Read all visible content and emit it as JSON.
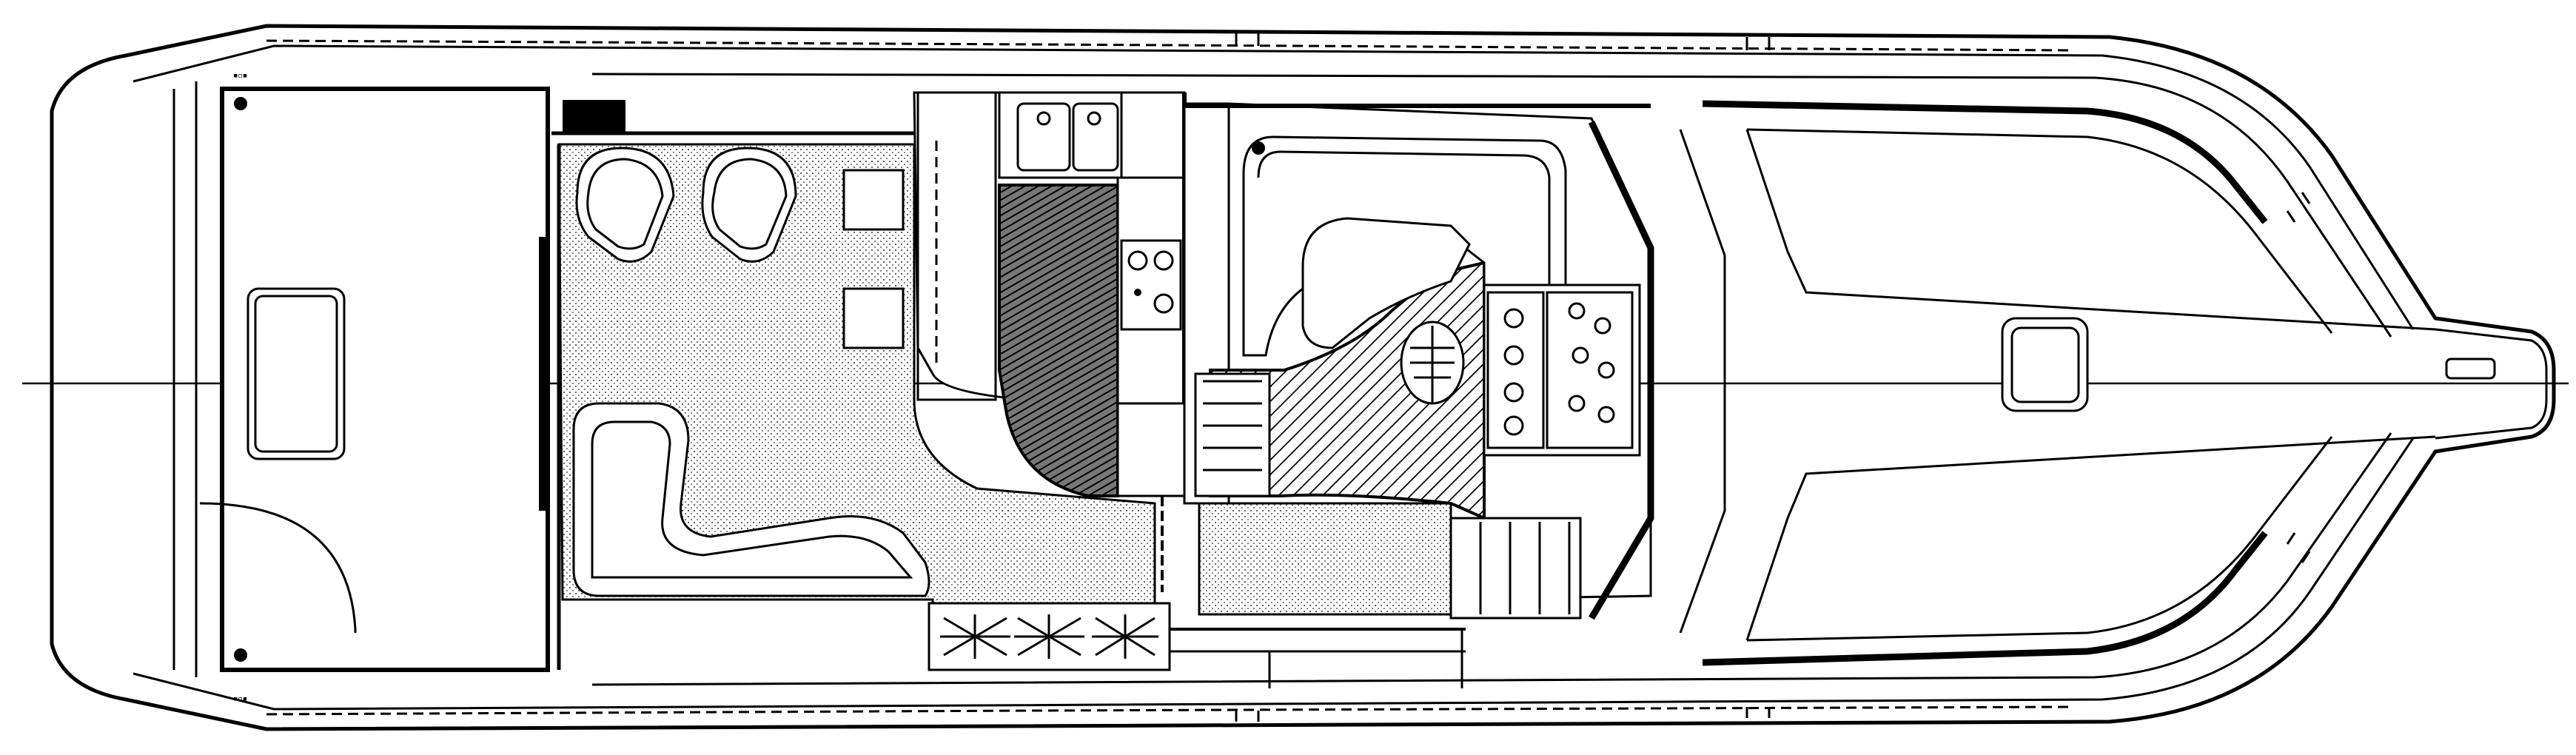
{
  "diagram": {
    "kind": "boat deck layout plan",
    "view": "top-down",
    "orientation": "bow-right",
    "colors": {
      "line": "#000000",
      "background": "#ffffff",
      "fill_light": "#d9d9d9"
    },
    "regions": [
      "cockpit",
      "salon",
      "galley",
      "lower-helm-station",
      "stairs",
      "foredeck",
      "bow-pulpit"
    ]
  }
}
